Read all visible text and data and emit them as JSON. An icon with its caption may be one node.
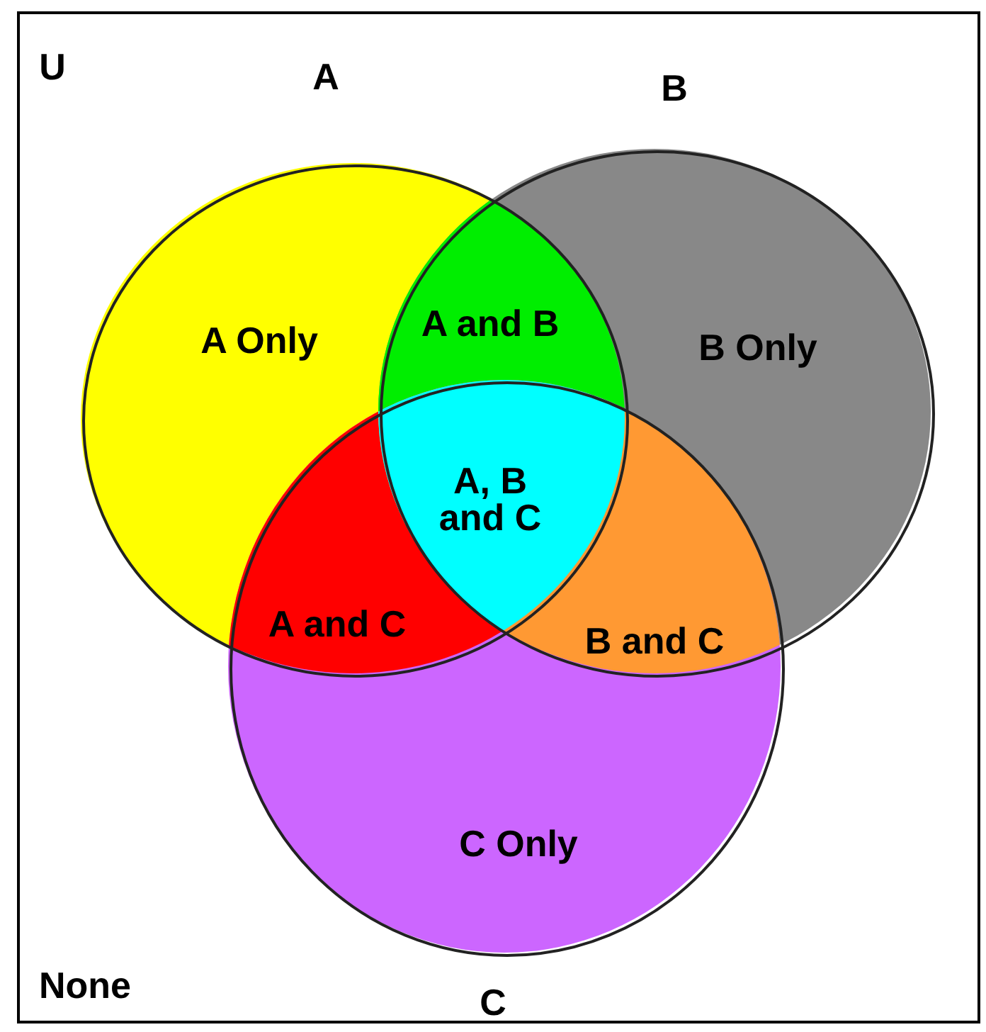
{
  "diagram": {
    "nodes": [
      {
        "text": [
          "U",
          "None"
        ]
      },
      {
        "text": [
          "A"
        ],
        "in": 0
      },
      {
        "text": [
          "B"
        ],
        "in": 0
      },
      {
        "text": [
          "C"
        ],
        "in": 0
      },
      {
        "text": [
          "A Only"
        ],
        "in": 1
      },
      {
        "text": [
          "A and B"
        ]
      },
      {
        "text": [
          "B Only"
        ],
        "in": 2
      },
      {
        "text": [
          "A, B and C"
        ]
      },
      {
        "text": [
          "A and C"
        ]
      },
      {
        "text": [
          "B and C"
        ]
      },
      {
        "text": [
          "C Only"
        ],
        "in": 3
      }
    ],
    "edges": []
  }
}
